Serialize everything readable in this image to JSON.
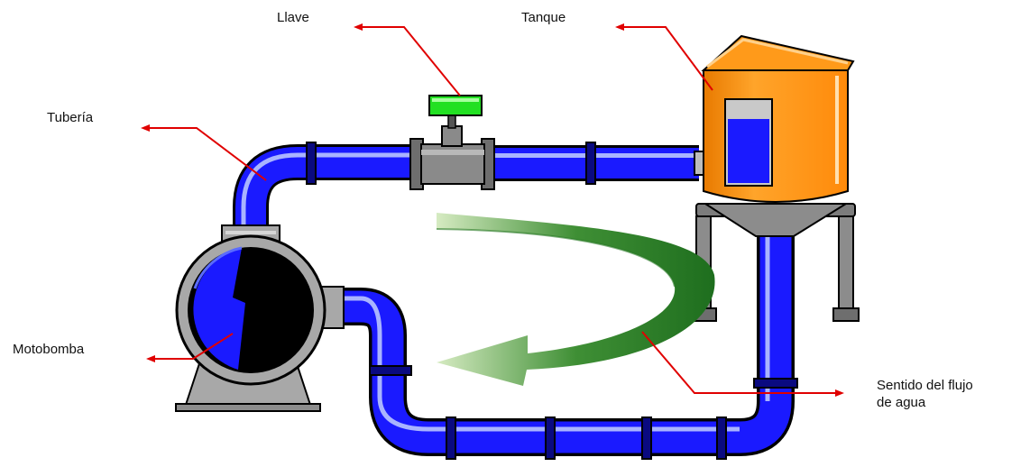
{
  "labels": {
    "llave": "Llave",
    "tanque": "Tanque",
    "tuberia": "Tubería",
    "motobomba": "Motobomba",
    "sentido_line1": "Sentido del flujo",
    "sentido_line2": "de agua"
  },
  "colors": {
    "pipe": "#1a1aff",
    "pipe_highlight": "#9aa8ff",
    "pipe_dark": "#0000a0",
    "joint": "#0a0a80",
    "tank": "#ff9a1a",
    "tank_dark": "#d06a00",
    "valve_body": "#8a8a8a",
    "valve_handle": "#22e022",
    "pump_body": "#a8a8a8",
    "leader_line": "#e00000",
    "flow_arrow_dark": "#1e6e1e",
    "flow_arrow_light": "#cfe6b8",
    "water": "#1a1aff"
  }
}
